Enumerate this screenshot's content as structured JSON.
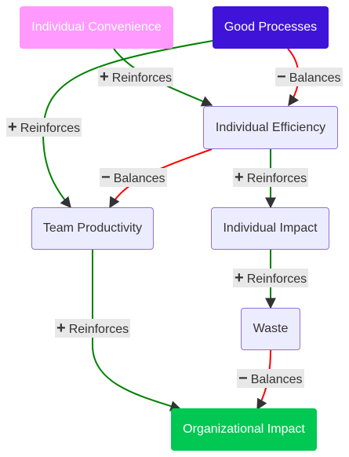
{
  "nodes": {
    "individual_convenience": {
      "label": "Individual Convenience",
      "fill": "#ff99ff",
      "text_color": "#ffffff"
    },
    "good_processes": {
      "label": "Good Processes",
      "fill": "#4013d8",
      "text_color": "#ffffff"
    },
    "individual_efficiency": {
      "label": "Individual Efficiency"
    },
    "team_productivity": {
      "label": "Team Productivity"
    },
    "individual_impact": {
      "label": "Individual Impact"
    },
    "waste": {
      "label": "Waste"
    },
    "organizational_impact": {
      "label": "Organizational Impact",
      "fill": "#00c853",
      "text_color": "#ffffff"
    }
  },
  "edges": [
    {
      "from": "Individual Convenience",
      "to": "Individual Efficiency",
      "sign": "+",
      "label": "Reinforces",
      "color": "#008000"
    },
    {
      "from": "Good Processes",
      "to": "Team Productivity",
      "sign": "+",
      "label": "Reinforces",
      "color": "#008000"
    },
    {
      "from": "Good Processes",
      "to": "Individual Efficiency",
      "sign": "−",
      "label": "Balances",
      "color": "#ff0000"
    },
    {
      "from": "Individual Efficiency",
      "to": "Team Productivity",
      "sign": "−",
      "label": "Balances",
      "color": "#ff0000"
    },
    {
      "from": "Individual Efficiency",
      "to": "Individual Impact",
      "sign": "+",
      "label": "Reinforces",
      "color": "#008000"
    },
    {
      "from": "Individual Impact",
      "to": "Waste",
      "sign": "+",
      "label": "Reinforces",
      "color": "#008000"
    },
    {
      "from": "Team Productivity",
      "to": "Organizational Impact",
      "sign": "+",
      "label": "Reinforces",
      "color": "#008000"
    },
    {
      "from": "Waste",
      "to": "Organizational Impact",
      "sign": "−",
      "label": "Balances",
      "color": "#ff0000"
    }
  ]
}
